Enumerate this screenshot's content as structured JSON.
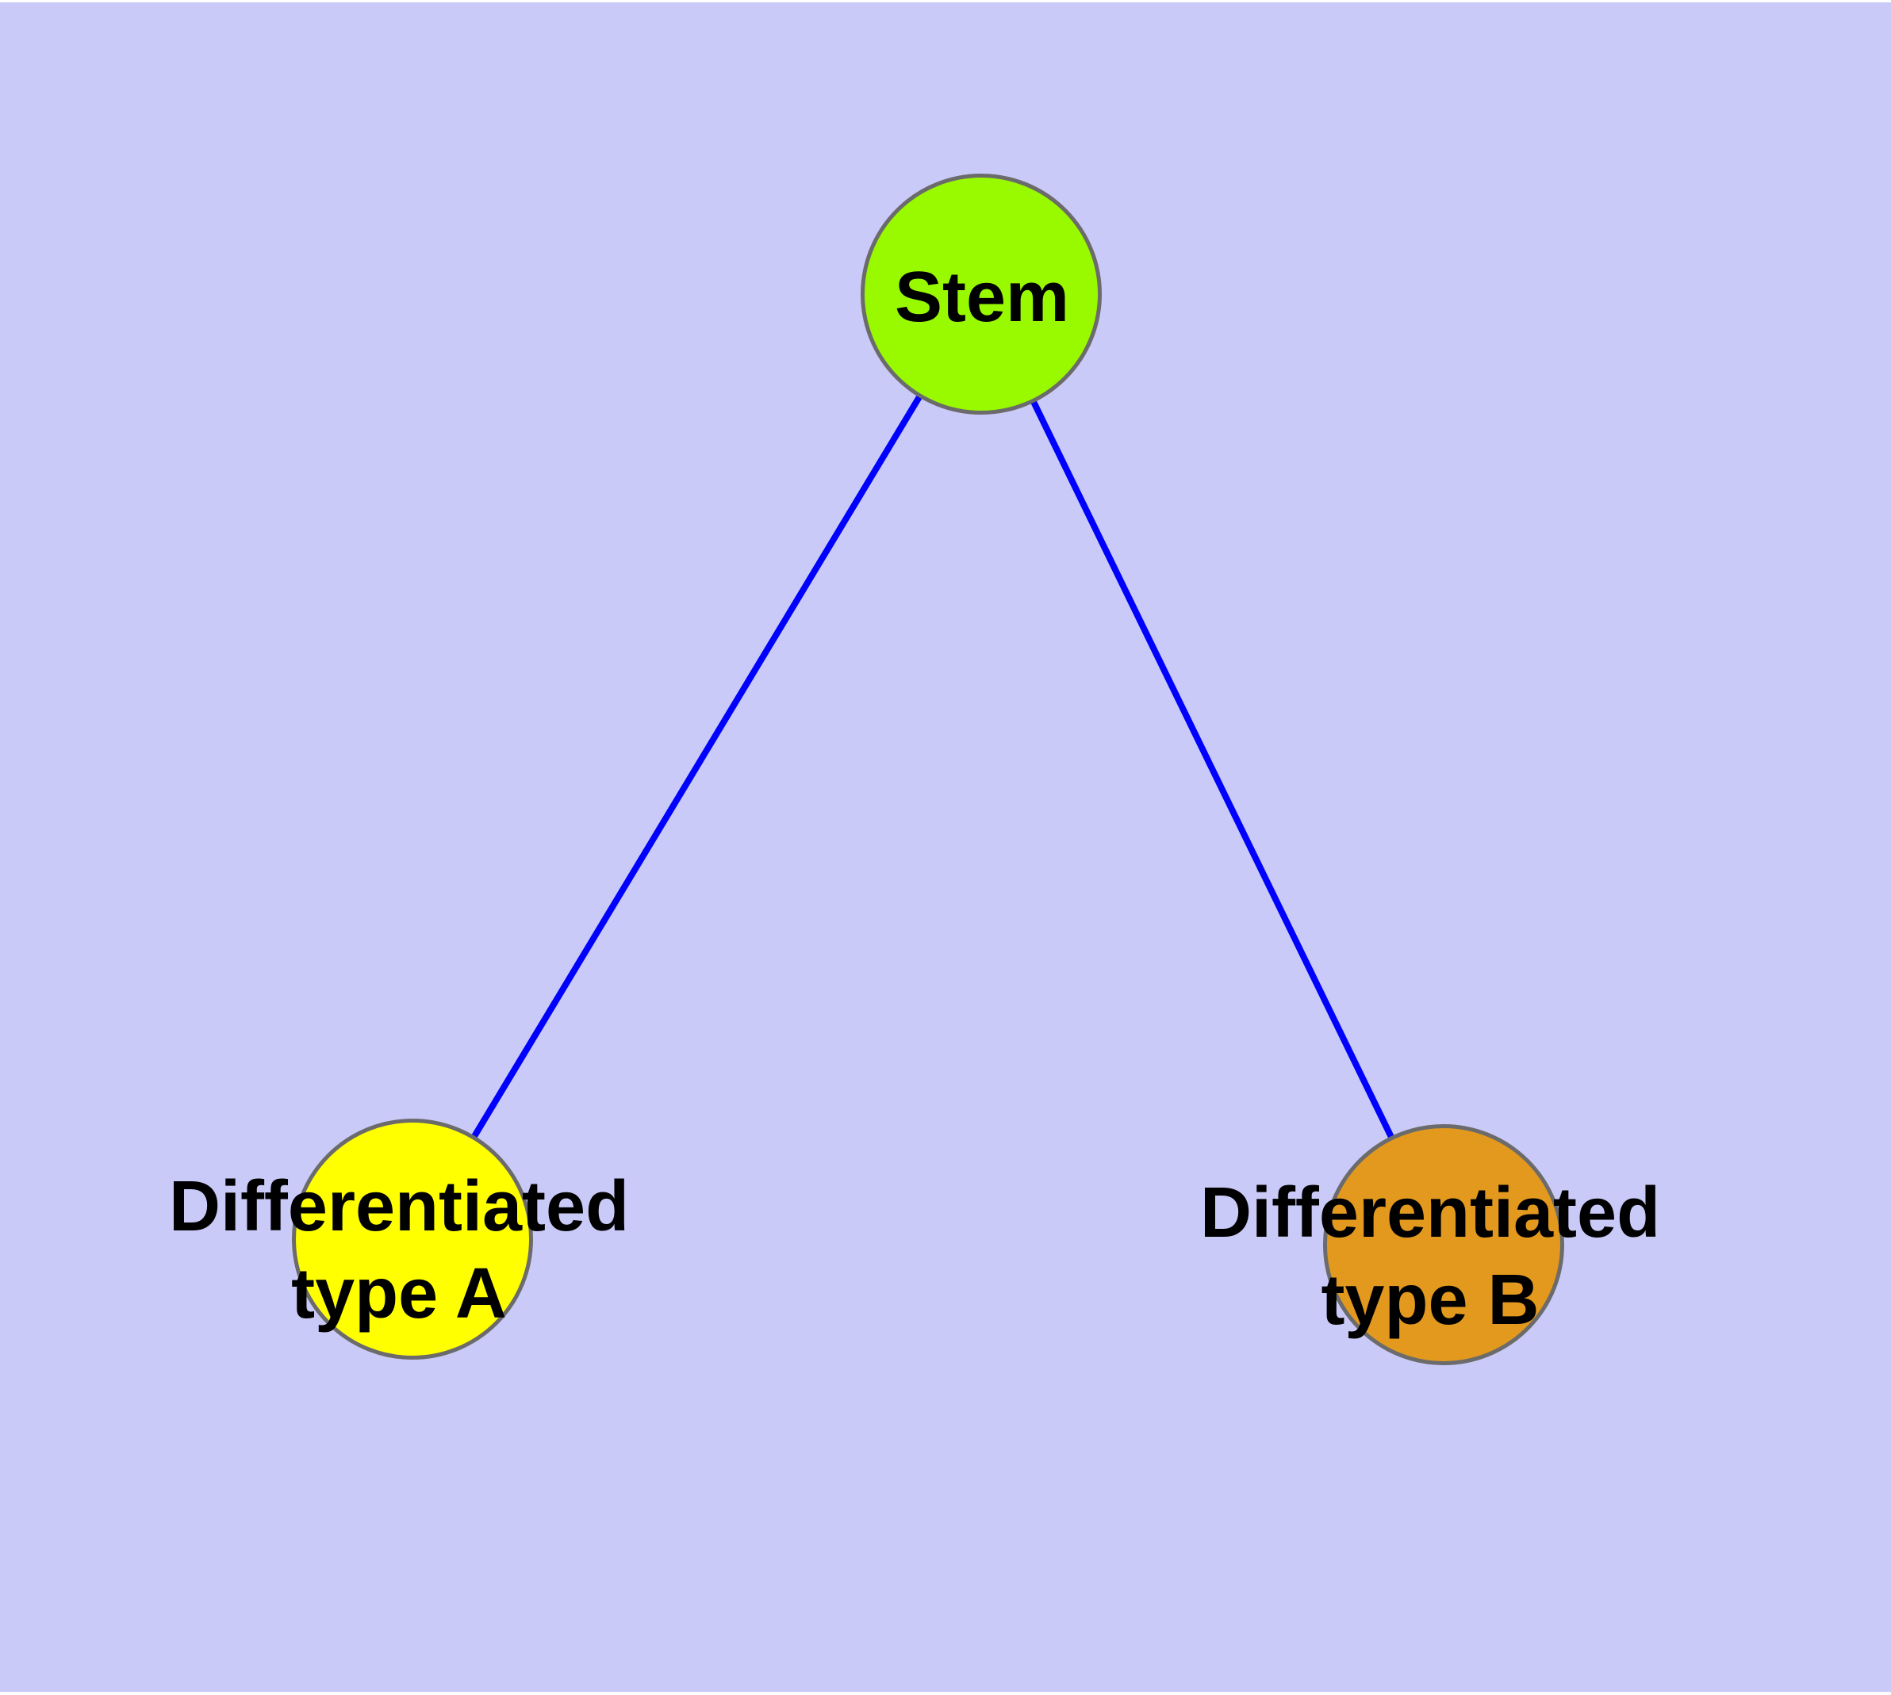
{
  "diagram": {
    "type": "graph",
    "background_color": "#cacaf8",
    "page_border_color": "#ffffff",
    "edge_color": "#0000ff",
    "node_border_color": "#6b6b6b",
    "label_color": "#000000",
    "nodes": [
      {
        "id": "stem",
        "label": "Stem",
        "fill": "#99fa00"
      },
      {
        "id": "type-a",
        "label": "Differentiated\ntype A",
        "fill": "#ffff00"
      },
      {
        "id": "type-b",
        "label": "Differentiated\ntype B",
        "fill": "#e2991e"
      }
    ],
    "edges": [
      {
        "from": "Stem",
        "to": "Differentiated type A"
      },
      {
        "from": "Stem",
        "to": "Differentiated type B"
      }
    ]
  }
}
